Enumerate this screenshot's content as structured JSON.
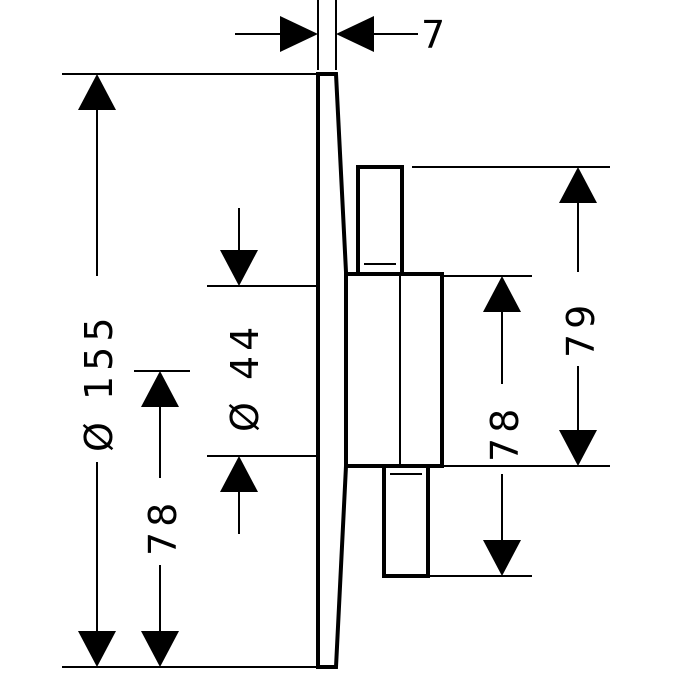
{
  "diagram": {
    "colors": {
      "stroke": "#000000",
      "background": "#ffffff"
    },
    "dimensions": {
      "plate_thickness": "7",
      "plate_diameter": "Ø 155",
      "center_height_left": "78",
      "body_diameter": "Ø 44",
      "center_height_right": "78",
      "total_depth": "79"
    }
  }
}
